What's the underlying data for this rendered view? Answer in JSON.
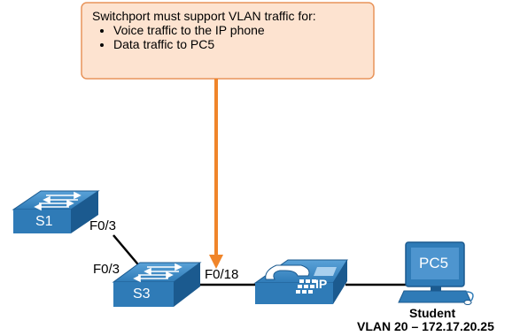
{
  "callout": {
    "title": "Switchport must support VLAN traffic for:",
    "bullets": [
      "Voice traffic to the IP phone",
      "Data traffic to PC5"
    ]
  },
  "devices": {
    "s1": "S1",
    "s3": "S3",
    "phone": "IP",
    "pc": "PC5"
  },
  "ports": {
    "s1_f03": "F0/3",
    "s3_f03": "F0/3",
    "s3_f018": "F0/18"
  },
  "pc_caption": {
    "name": "Student",
    "vlan": "VLAN 20 – 172.17.20.25"
  },
  "colors": {
    "device_fill": "#2f7bb7",
    "device_dark": "#1b5a8f",
    "callout_fill": "#fde3d0",
    "callout_border": "#e8945a",
    "arrow": "#f0852a",
    "link": "#000000"
  }
}
